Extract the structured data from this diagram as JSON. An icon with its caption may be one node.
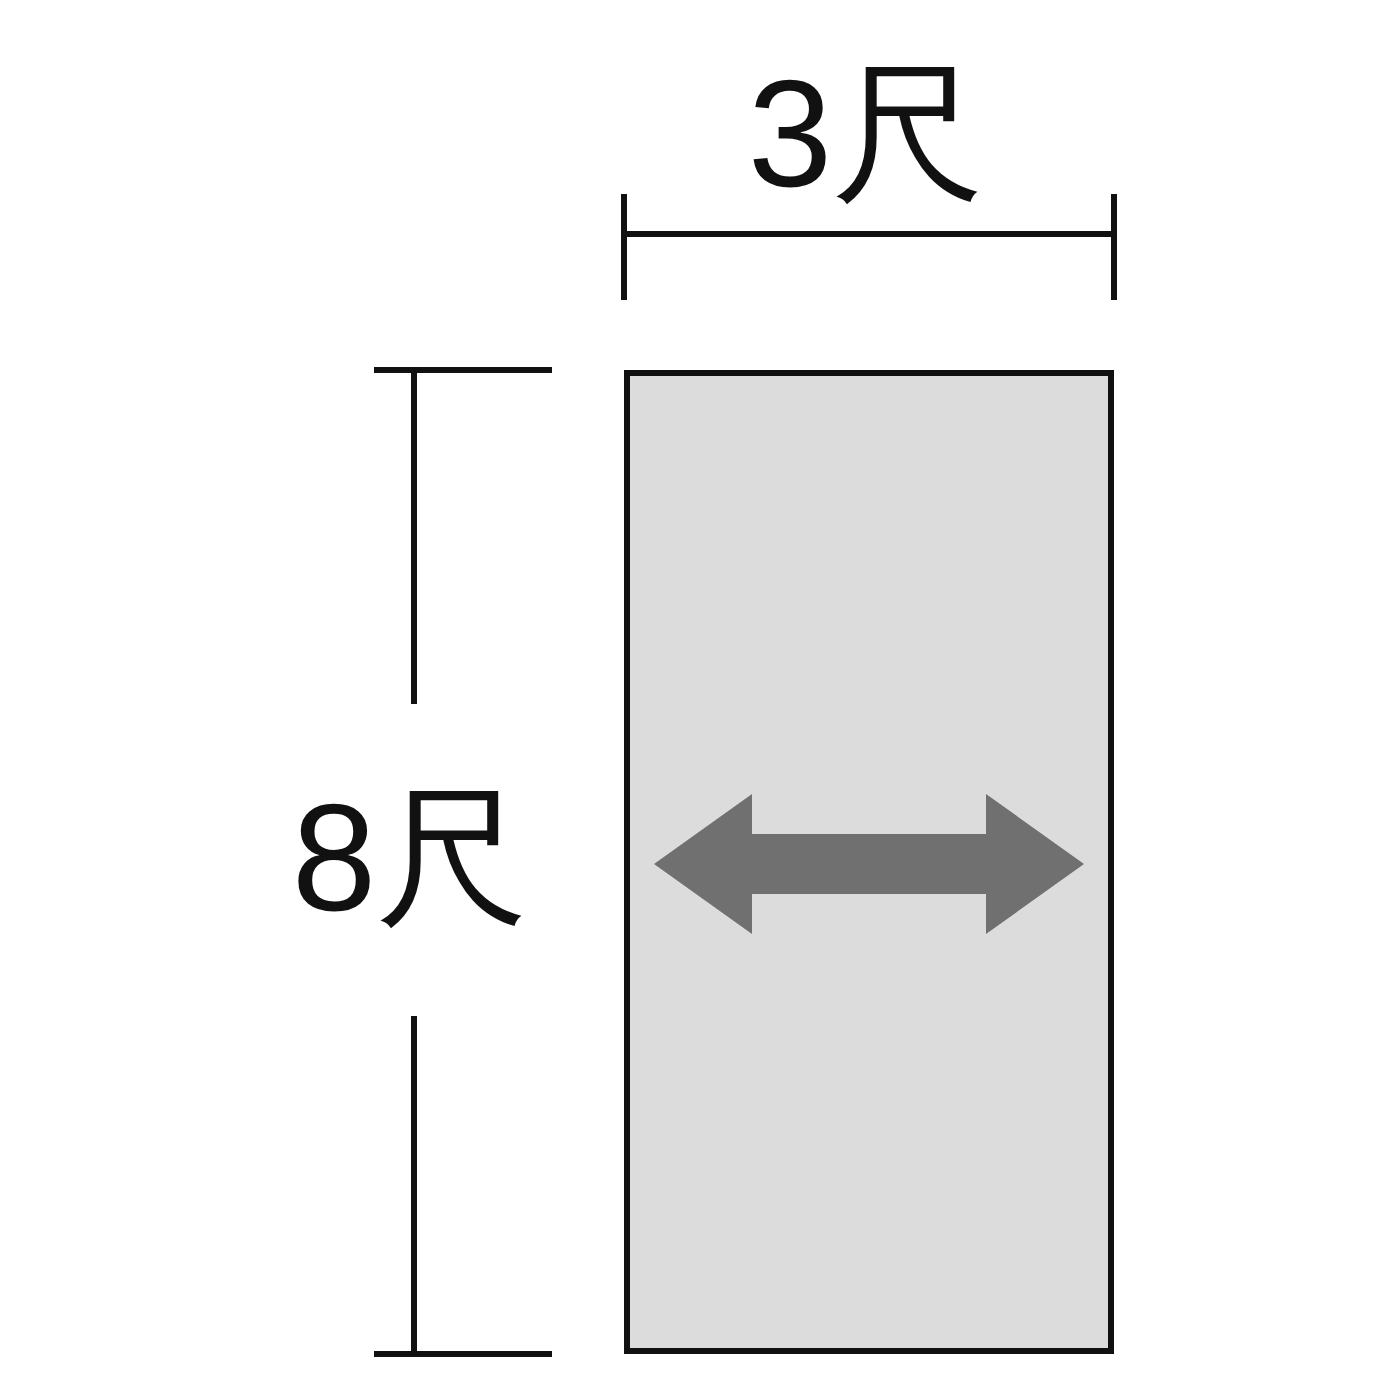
{
  "diagram": {
    "nodes": [
      {
        "text": [],
        "shape": "box"
      }
    ],
    "labels": [
      "3尺",
      "8尺"
    ]
  }
}
